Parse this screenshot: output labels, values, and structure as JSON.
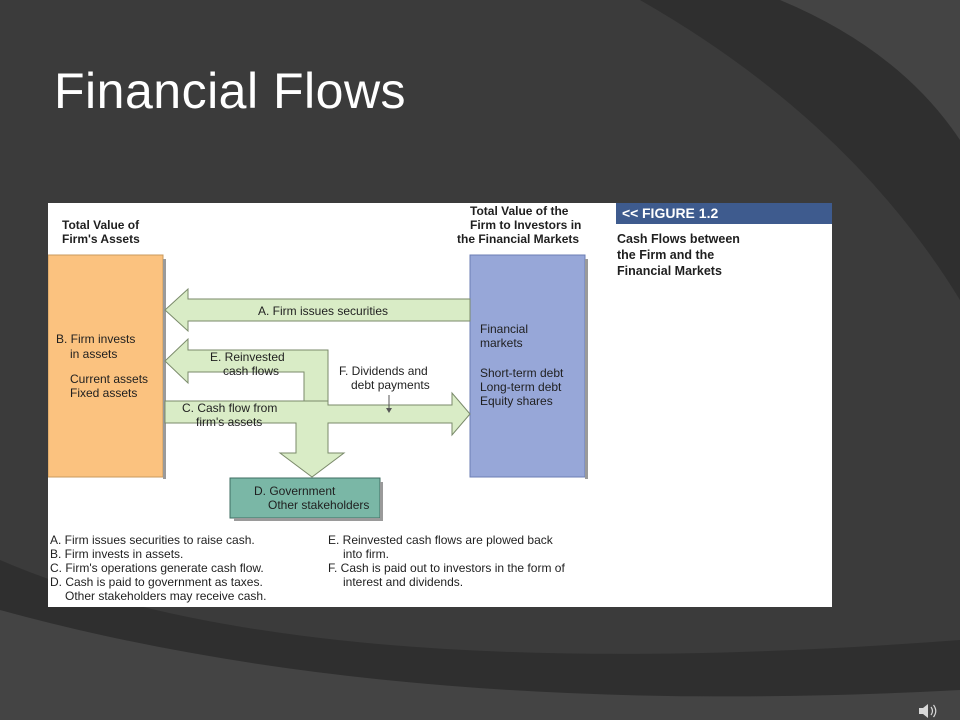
{
  "slide": {
    "title": "Financial Flows"
  },
  "figure": {
    "tag": "FIGURE 1.2",
    "tag_prefix": "<<",
    "caption": "Cash Flows between\nthe Firm and the\nFinancial Markets",
    "left_header": [
      "Total Value of",
      "Firm's Assets"
    ],
    "right_header": [
      "Total Value of the",
      "Firm to Investors in",
      "the Financial Markets"
    ],
    "left_box": {
      "line1": "B. Firm invests",
      "line2": "in assets",
      "line3": "Current assets",
      "line4": "Fixed assets"
    },
    "right_box": {
      "line1": "Financial",
      "line2": "markets",
      "line3": "Short-term debt",
      "line4": "Long-term debt",
      "line5": "Equity shares"
    },
    "arrow_a": "A. Firm issues securities",
    "arrow_e": [
      "E. Reinvested",
      "cash flows"
    ],
    "arrow_f": [
      "F. Dividends and",
      "debt payments"
    ],
    "arrow_c": [
      "C. Cash flow from",
      "firm's assets"
    ],
    "gov_box": [
      "D. Government",
      "Other stakeholders"
    ],
    "legend_left": [
      "A. Firm issues securities to raise cash.",
      "B. Firm invests in assets.",
      "C. Firm's operations generate cash flow.",
      "D. Cash is paid to government as taxes.",
      "Other stakeholders may receive cash."
    ],
    "legend_right": [
      "E. Reinvested cash flows are plowed back",
      "into firm.",
      "F. Cash is paid out to investors in the form of",
      "interest and dividends."
    ],
    "colors": {
      "left_box": "#fbc27f",
      "right_box": "#97a7d8",
      "arrow": "#d9ecc6",
      "gov_box": "#7ab7a6",
      "tag_bar": "#3e5b8e"
    }
  }
}
